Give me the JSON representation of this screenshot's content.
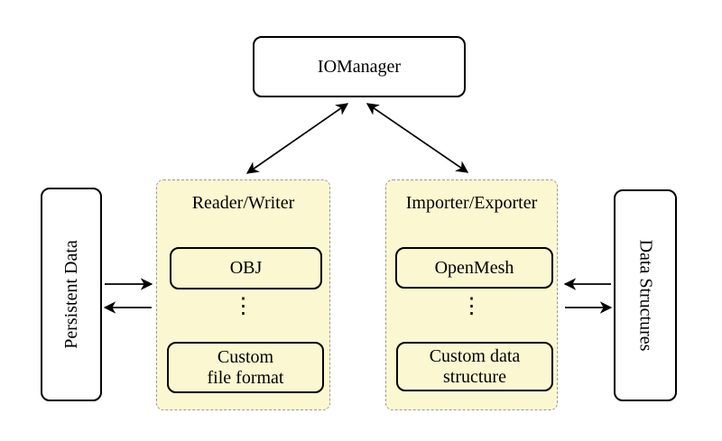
{
  "nodes": {
    "io_manager": "IOManager",
    "persistent_data": "Persistent Data",
    "data_structures": "Data Structures"
  },
  "groups": [
    {
      "id": "reader-writer",
      "title": "Reader/Writer",
      "items": [
        "OBJ",
        "Custom\nfile format"
      ],
      "ellipsis": "⋮"
    },
    {
      "id": "importer-exporter",
      "title": "Importer/Exporter",
      "items": [
        "OpenMesh",
        "Custom data\nstructure"
      ],
      "ellipsis": "⋮"
    }
  ],
  "connections": [
    {
      "from": "IOManager",
      "to": "Reader/Writer",
      "type": "bidirectional"
    },
    {
      "from": "IOManager",
      "to": "Importer/Exporter",
      "type": "bidirectional"
    },
    {
      "from": "Persistent Data",
      "to": "Reader/Writer",
      "type": "one-way"
    },
    {
      "from": "Reader/Writer",
      "to": "Persistent Data",
      "type": "one-way"
    },
    {
      "from": "Data Structures",
      "to": "Importer/Exporter",
      "type": "one-way"
    },
    {
      "from": "Importer/Exporter",
      "to": "Data Structures",
      "type": "one-way"
    }
  ],
  "colors": {
    "background": "#FFFFFF",
    "group_fill": "#FBF8D1",
    "group_border": "#9A9A9A",
    "node_fill": "#FFFFFF",
    "stroke": "#000000"
  }
}
